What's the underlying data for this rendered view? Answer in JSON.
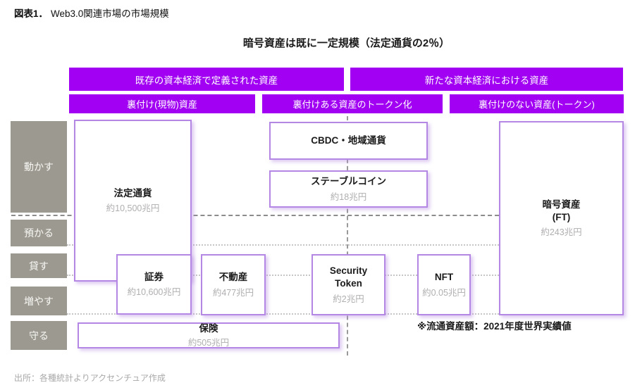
{
  "title": {
    "prefix": "図表1．",
    "text": "Web3.0関連市場の市場規模"
  },
  "subtitle": "暗号資産は既に一定規模（法定通貨の2％）",
  "colors": {
    "accent_purple": "#A100F2",
    "box_border_purple": "#B387E3",
    "sidebar_gray": "#9C9A90",
    "value_gray": "#B0AEB0",
    "source_gray": "#A9A9A9"
  },
  "header": {
    "row1": [
      {
        "label": "既存の資本経済で定義された資産"
      },
      {
        "label": "新たな資本経済における資産"
      }
    ],
    "row2": [
      {
        "label": "裏付け(現物)資産"
      },
      {
        "label": "裏付けある資産のトークン化"
      },
      {
        "label": "裏付けのない資産(トークン)"
      }
    ]
  },
  "sidebar": [
    "動かす",
    "預かる",
    "貸す",
    "増やす",
    "守る"
  ],
  "boxes": {
    "fiat": {
      "label": "法定通貨",
      "value": "約10,500兆円"
    },
    "cbdc": {
      "label": "CBDC・地域通貨",
      "value": ""
    },
    "stable": {
      "label": "ステーブルコイン",
      "value": "約18兆円"
    },
    "crypto": {
      "label": "暗号資産",
      "label2": "(FT)",
      "value": "約243兆円"
    },
    "securities": {
      "label": "証券",
      "value": "約10,600兆円"
    },
    "realestate": {
      "label": "不動産",
      "value": "約477兆円"
    },
    "sectoken": {
      "label": "Security Token",
      "value": "約2兆円"
    },
    "nft": {
      "label": "NFT",
      "value": "約0.05兆円"
    },
    "insurance": {
      "label": "保険",
      "value": "約505兆円"
    }
  },
  "footnote": "※流通資産額：2021年度世界実績値",
  "source": "出所：各種統計よりアクセンチュア作成"
}
